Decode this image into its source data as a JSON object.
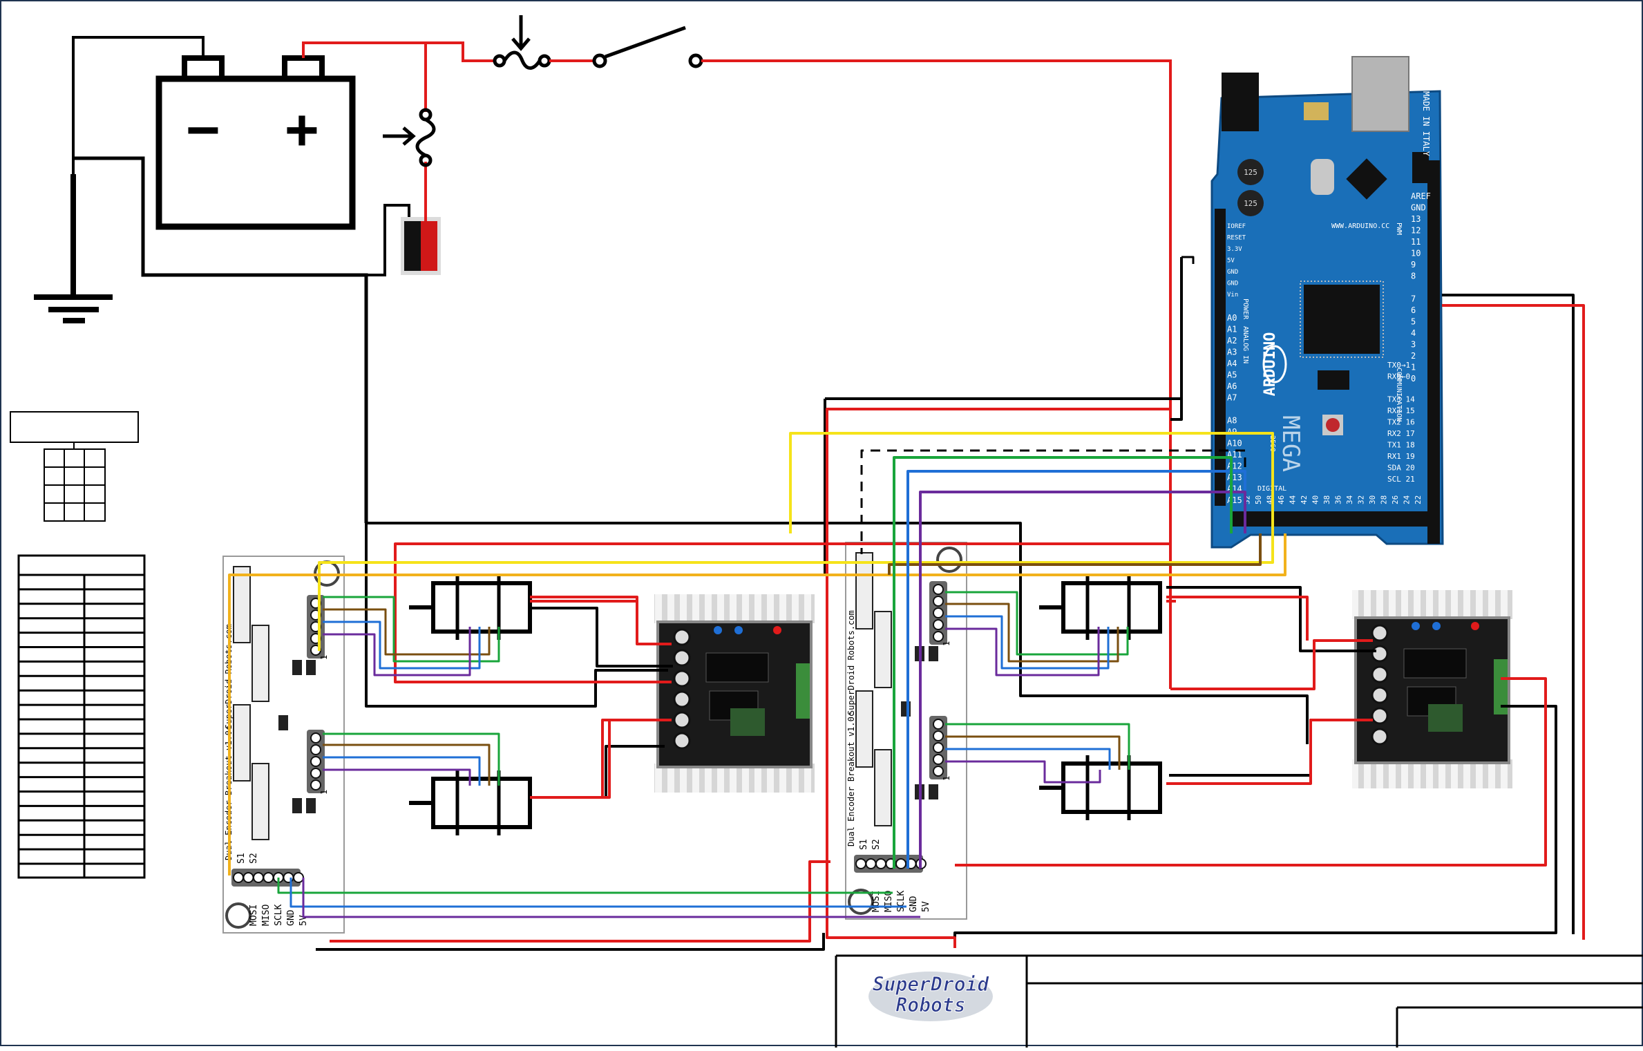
{
  "battery": {
    "minus": "−",
    "plus": "+"
  },
  "arduino": {
    "made_in": "MADE IN ITALY",
    "site": "WWW.ARDUINO.CC",
    "brand": "ARDUINO",
    "model": "MEGA",
    "model_num": "2560",
    "cap1": "125",
    "cap2": "125",
    "reset": "RESET",
    "power_pins": [
      "IOREF",
      "RESET",
      "3.3V",
      "5V",
      "GND",
      "GND",
      "Vin"
    ],
    "power_label": "POWER",
    "analog_label": "ANALOG IN",
    "analog_pins": [
      "A0",
      "A1",
      "A2",
      "A3",
      "A4",
      "A5",
      "A6",
      "A7",
      "",
      "A8",
      "A9",
      "A10",
      "A11",
      "A12",
      "A13",
      "A14",
      "A15"
    ],
    "top_right_pins": [
      "AREF",
      "GND",
      "13",
      "12",
      "11",
      "10",
      "9",
      "8",
      "",
      "7",
      "6",
      "5",
      "4",
      "3",
      "2",
      "1",
      "0"
    ],
    "pwm_label": "PWM",
    "comm_label": "COMMUNICATION",
    "comm_pins": [
      "TX0→1",
      "RX0←0",
      "",
      "TX3 14",
      "RX3 15",
      "TX2 16",
      "RX2 17",
      "TX1 18",
      "RX1 19",
      "SDA 20",
      "SCL 21"
    ],
    "digital_label": "DIGITAL",
    "digital_pins": [
      "22",
      "24",
      "26",
      "28",
      "30",
      "32",
      "34",
      "36",
      "38",
      "40",
      "42",
      "44",
      "46",
      "48",
      "50",
      "52"
    ]
  },
  "encoder_board_left": {
    "title": "SuperDroid Robots.com",
    "version": "Dual Encoder Breakout v1.0c",
    "switches": [
      "S1",
      "S2"
    ],
    "pins": [
      "MOSI",
      "MISO",
      "SCLK",
      "GND",
      "5V"
    ],
    "header_marks": [
      "1",
      "1"
    ]
  },
  "encoder_board_right": {
    "title": "SuperDroid Robots.com",
    "version": "Dual Encoder Breakout v1.0c",
    "switches": [
      "S1",
      "S2"
    ],
    "pins": [
      "MOSI",
      "MISO",
      "SCLK",
      "GND",
      "5V"
    ],
    "header_marks": [
      "1",
      "1"
    ]
  },
  "logo": {
    "line1": "SuperDroid",
    "line2": "Robots"
  },
  "colors": {
    "power": "#e11b1b",
    "ground": "#000000",
    "yellow": "#f5e31a",
    "orange": "#f2b21c",
    "brown": "#7a4f10",
    "green": "#19a53b",
    "blue": "#1f6fd6",
    "purple": "#6a2b9c",
    "board_blue": "#1a6fb8"
  }
}
